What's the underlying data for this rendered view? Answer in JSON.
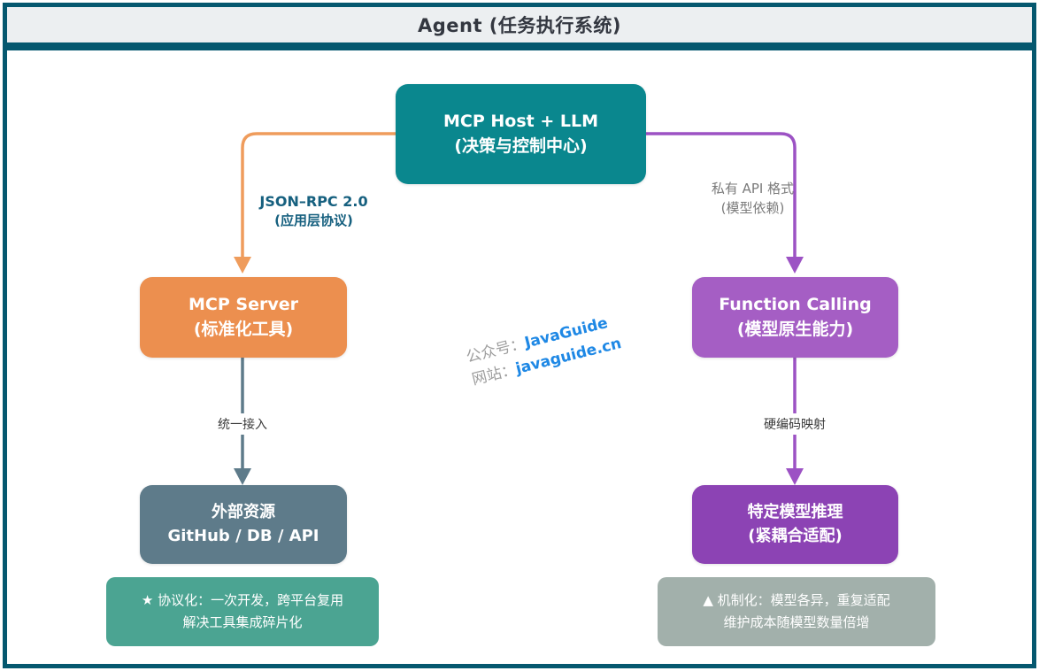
{
  "header": {
    "title": "Agent (任务执行系统)"
  },
  "nodes": {
    "host": {
      "line1": "MCP Host + LLM",
      "line2": "(决策与控制中心)"
    },
    "mcp_server": {
      "line1": "MCP Server",
      "line2": "(标准化工具)"
    },
    "function_calling": {
      "line1": "Function Calling",
      "line2": "(模型原生能力)"
    },
    "external": {
      "line1": "外部资源",
      "line2": "GitHub / DB / API"
    },
    "inference": {
      "line1": "特定模型推理",
      "line2": "(紧耦合适配)"
    },
    "mcp_note": {
      "line1": "★ 协议化：一次开发，跨平台复用",
      "line2": "解决工具集成碎片化"
    },
    "fc_note": {
      "line1": "▲ 机制化：模型各异，重复适配",
      "line2": "维护成本随模型数量倍增"
    }
  },
  "edges": {
    "json_rpc": {
      "line1": "JSON–RPC 2.0",
      "line2": "(应用层协议)"
    },
    "private_api": {
      "line1": "私有 API 格式",
      "line2": "(模型依赖)"
    },
    "unified_access": {
      "label": "统一接入"
    },
    "hardcoded_mapping": {
      "label": "硬编码映射"
    }
  },
  "watermark": {
    "line1_prefix": "公众号：",
    "line1_main": "JavaGuide",
    "line2_prefix": "网站：",
    "line2_main": "javaguide.cn"
  },
  "colors": {
    "frame_border": "#05586F",
    "header_bg": "#ECEFF1",
    "host_teal": "#0A878E",
    "orange": "#EC8F4F",
    "orange_line": "#EF9C5C",
    "purple": "#A55EC4",
    "purple_dark": "#8C43B4",
    "purple_line": "#9C52C4",
    "slate": "#5E7B8A",
    "green_note": "#4BA492",
    "gray_note": "#A2B0AB",
    "label_teal": "#16607F",
    "label_gray": "#7B7B7B",
    "watermark_blue": "#1E88E5"
  }
}
